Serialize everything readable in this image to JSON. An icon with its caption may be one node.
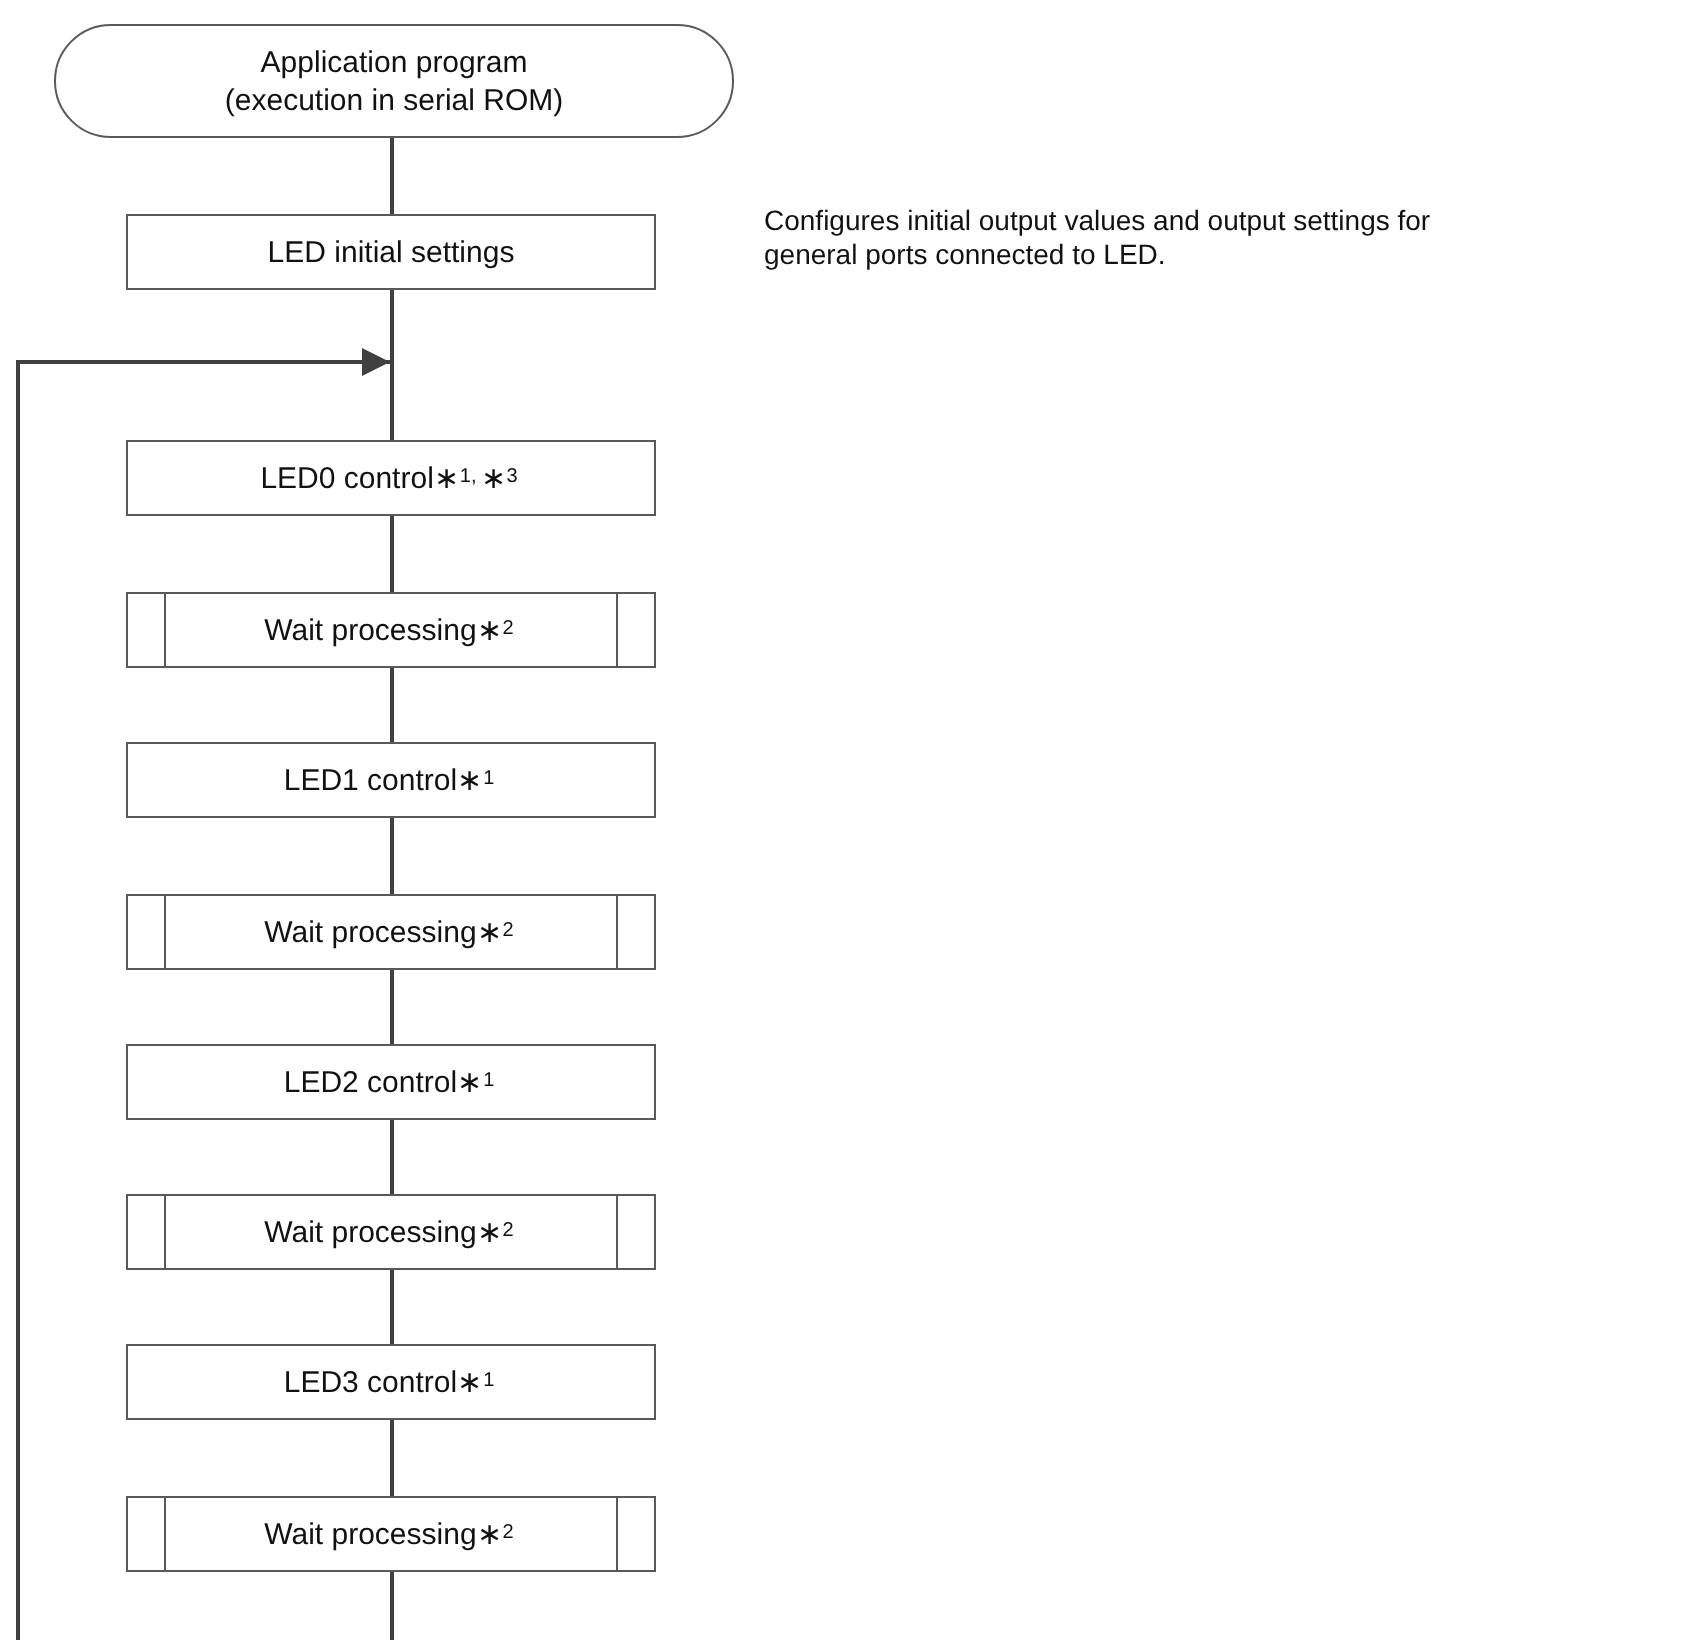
{
  "diagram": {
    "nodes": [
      {
        "text": [
          "Application program (execution in serial ROM)"
        ]
      },
      {
        "text": [
          "LED initial settings"
        ],
        "beside": [
          "Configures initial output values and output settings for general ports connected to LED."
        ]
      },
      {
        "text": [
          "LED0 control∗$^{1,}$∗$^{3}$"
        ]
      },
      {
        "text": [
          "Wait processing∗$^{2}$"
        ]
      },
      {
        "text": [
          "LED1 control∗$^{1}$"
        ]
      },
      {
        "text": [
          "Wait processing∗$^{2}$"
        ]
      },
      {
        "text": [
          "LED2 control∗$^{1}$"
        ]
      },
      {
        "text": [
          "Wait processing∗$^{2}$"
        ]
      },
      {
        "text": [
          "LED3 control∗$^{1}$"
        ]
      },
      {
        "text": [
          "Wait processing∗$^{2}$"
        ]
      }
    ],
    "edges": [
      {
        "from": 0,
        "to": 1,
        "arrow": "none"
      },
      {
        "from": 1,
        "to": 2,
        "arrow": "none"
      },
      {
        "from": 2,
        "to": 3,
        "arrow": "none"
      },
      {
        "from": 3,
        "to": 4,
        "arrow": "none"
      },
      {
        "from": 4,
        "to": 5,
        "arrow": "none"
      },
      {
        "from": 5,
        "to": 6,
        "arrow": "none"
      },
      {
        "from": 6,
        "to": 7,
        "arrow": "none"
      },
      {
        "from": 7,
        "to": 8,
        "arrow": "none"
      },
      {
        "from": 8,
        "to": 9,
        "arrow": "none"
      },
      {
        "from": 9,
        "to": null,
        "arrow": "none"
      },
      {
        "from": null,
        "to": 2,
        "arrow": "to"
      }
    ]
  }
}
